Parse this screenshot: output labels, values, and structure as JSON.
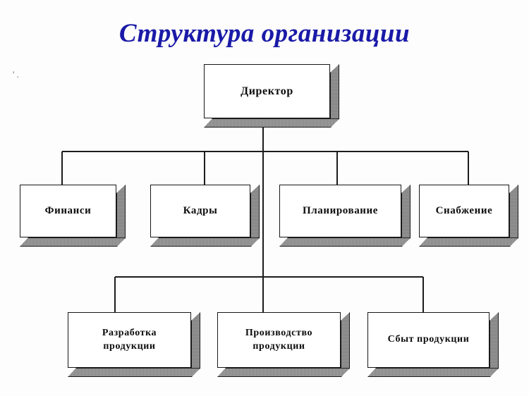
{
  "title": "Структура организации",
  "title_color": "#1a1aa8",
  "background_color": "#fdfdfd",
  "box_fill_color": "#ffffff",
  "box_border_color": "#171717",
  "box_shadow_color": "#8a8a8a",
  "connector_color": "#1c1c1c",
  "artifact": {
    "mark": "' ."
  },
  "nodes": {
    "director": {
      "label": "Директор"
    },
    "level2": [
      {
        "label": "Финанси"
      },
      {
        "label": "Кадры"
      },
      {
        "label": "Планирование"
      },
      {
        "label": "Снабжение"
      }
    ],
    "level3": [
      {
        "label": "Разработка\nпродукции"
      },
      {
        "label": "Производство\nпродукции"
      },
      {
        "label": "Сбыт продукции"
      }
    ]
  },
  "chart_data": {
    "type": "diagram",
    "subtype": "organizational-chart",
    "title": "Структура организации",
    "orientation": "top-down",
    "levels": [
      {
        "level": 1,
        "nodes": [
          "Директор"
        ]
      },
      {
        "level": 2,
        "nodes": [
          "Финанси",
          "Кадры",
          "Планирование",
          "Снабжение"
        ]
      },
      {
        "level": 3,
        "nodes": [
          "Разработка продукции",
          "Производство продукции",
          "Сбыт продукции"
        ]
      }
    ],
    "edges": [
      {
        "from": "Директор",
        "to": "Финанси"
      },
      {
        "from": "Директор",
        "to": "Кадры"
      },
      {
        "from": "Директор",
        "to": "Планирование"
      },
      {
        "from": "Директор",
        "to": "Снабжение"
      },
      {
        "from": "Директор",
        "to": "Разработка продукции"
      },
      {
        "from": "Директор",
        "to": "Производство продукции"
      },
      {
        "from": "Директор",
        "to": "Сбыт продукции"
      }
    ]
  }
}
